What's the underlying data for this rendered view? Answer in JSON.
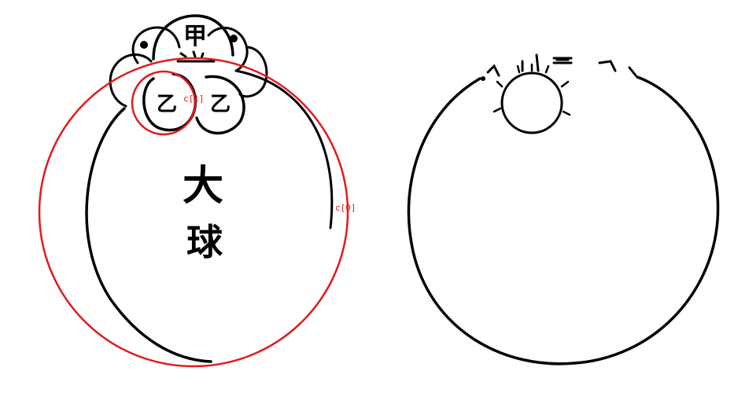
{
  "left_figure": {
    "big_ball_label_line1": "大",
    "big_ball_label_line2": "球",
    "top_ball_label": "甲",
    "small_ball_left_label": "乙",
    "small_ball_right_label": "乙"
  },
  "annotations": {
    "big_circle_label": "c[0]",
    "small_circle_label": "c[1]",
    "color": "#e31a1c"
  }
}
